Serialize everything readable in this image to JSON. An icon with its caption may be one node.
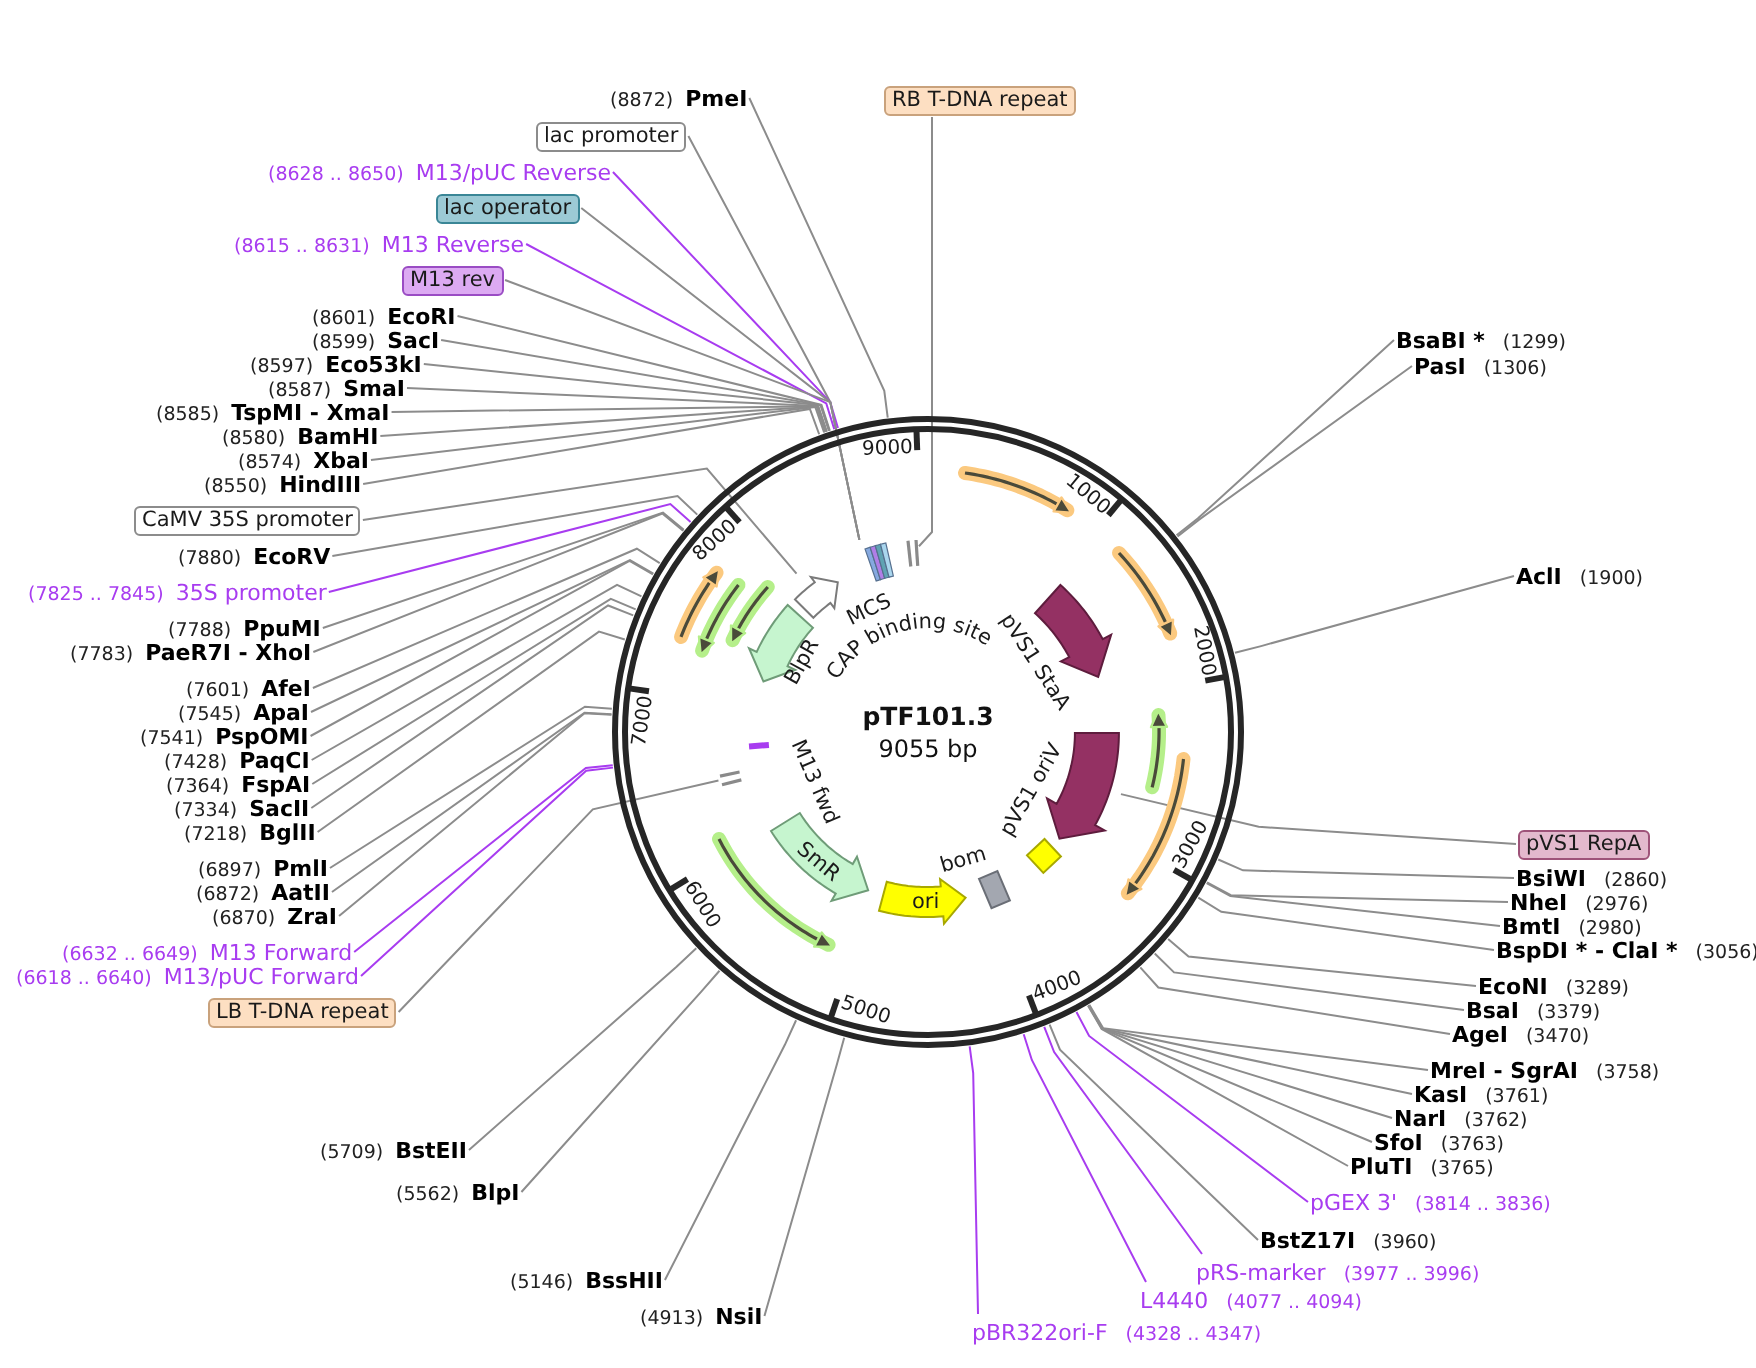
{
  "diagram": {
    "nodes": [
      {
        "text": [
          "pTF101.3",
          "9055 bp"
        ]
      },
      {
        "text": [
          "MCS"
        ],
        "in": 0
      },
      {
        "text": [],
        "shape": "arrow",
        "in": 0
      },
      {
        "text": [
          "BlpR"
        ],
        "in": 0
      },
      {
        "text": [],
        "shape": "bar",
        "in": 0
      },
      {
        "text": [
          "pVS1 StaA"
        ],
        "in": 0
      },
      {
        "text": [],
        "shape": "arrow",
        "in": 0
      },
      {
        "text": [
          "pVS1 oriV"
        ],
        "in": 0
      },
      {
        "text": [
          "bom"
        ],
        "in": 0
      },
      {
        "text": [
          "ori"
        ],
        "in": 0
      },
      {
        "text": [
          "SmR"
        ],
        "in": 0
      },
      {
        "text": [
          "M13 fwd"
        ],
        "in": 0
      },
      {
        "text": [],
        "shape": "bar",
        "in": 0
      },
      {
        "text": [],
        "shape": "arrow",
        "in": 0
      },
      {
        "text": [],
        "shape": "arrow",
        "in": 0
      },
      {
        "text": [],
        "shape": "arrow",
        "in": 0
      },
      {
        "text": [],
        "shape": "arrow",
        "in": 0
      },
      {
        "text": [],
        "shape": "arrow",
        "in": 0
      },
      {
        "text": [],
        "shape": "arrow",
        "in": 0
      },
      {
        "text": [],
        "shape": "arrow",
        "in": 0
      },
      {
        "text": [],
        "shape": "arrow",
        "in": 0
      },
      {
        "text": [
          "(8872)",
          "PmeI"
        ]
      },
      {
        "text": [
          "lac promoter"
        ]
      },
      {
        "text": [
          "(8628 .. 8650)",
          "M13/pUC Reverse"
        ]
      },
      {
        "text": [
          "lac operator"
        ]
      },
      {
        "text": [
          "(8615 .. 8631)",
          "M13 Reverse"
        ]
      },
      {
        "text": [
          "M13 rev"
        ]
      },
      {
        "text": [
          "(8601)",
          "EcoRI"
        ]
      },
      {
        "text": [
          "(8599)",
          "SacI"
        ]
      },
      {
        "text": [
          "(8597)",
          "Eco53kI"
        ]
      },
      {
        "text": [
          "(8587)",
          "SmaI"
        ]
      },
      {
        "text": [
          "(8585)",
          "TspMI - XmaI"
        ]
      },
      {
        "text": [
          "(8580)",
          "BamHI"
        ]
      },
      {
        "text": [
          "(8574)",
          "XbaI"
        ]
      },
      {
        "text": [
          "(8550)",
          "HindIII"
        ]
      },
      {
        "text": [
          "CaMV 35S promoter"
        ]
      },
      {
        "text": [
          "(7880)",
          "EcoRV"
        ]
      },
      {
        "text": [
          "(7825 .. 7845)",
          "35S promoter"
        ]
      },
      {
        "text": [
          "(7788)",
          "PpuMI"
        ]
      },
      {
        "text": [
          "(7783)",
          "PaeR7I - XhoI"
        ]
      },
      {
        "text": [
          "(7601)",
          "AfeI"
        ]
      },
      {
        "text": [
          "(7545)",
          "ApaI"
        ]
      },
      {
        "text": [
          "(7541)",
          "PspOMI"
        ]
      },
      {
        "text": [
          "(7428)",
          "PaqCI"
        ]
      },
      {
        "text": [
          "(7364)",
          "FspAI"
        ]
      },
      {
        "text": [
          "(7334)",
          "SacII"
        ]
      },
      {
        "text": [
          "(7218)",
          "BglII"
        ]
      },
      {
        "text": [
          "(6897)",
          "PmlI"
        ]
      },
      {
        "text": [
          "(6872)",
          "AatII"
        ]
      },
      {
        "text": [
          "(6870)",
          "ZraI"
        ]
      },
      {
        "text": [
          "(6632 .. 6649)",
          "M13 Forward"
        ]
      },
      {
        "text": [
          "(6618 .. 6640)",
          "M13/pUC Forward"
        ]
      },
      {
        "text": [
          "LB T-DNA repeat"
        ]
      },
      {
        "text": [
          "(5709)",
          "BstEII"
        ]
      },
      {
        "text": [
          "(5562)",
          "BlpI"
        ]
      },
      {
        "text": [
          "(5146)",
          "BssHII"
        ]
      },
      {
        "text": [
          "(4913)",
          "NsiI"
        ]
      },
      {
        "text": [
          "RB T-DNA repeat"
        ]
      },
      {
        "text": [
          "BsaBI *",
          "(1299)"
        ]
      },
      {
        "text": [
          "PasI",
          "(1306)"
        ]
      },
      {
        "text": [
          "AclI",
          "(1900)"
        ]
      },
      {
        "text": [
          "pVS1 RepA"
        ]
      },
      {
        "text": [
          "BsiWI",
          "(2860)"
        ]
      },
      {
        "text": [
          "NheI",
          "(2976)"
        ]
      },
      {
        "text": [
          "BmtI",
          "(2980)"
        ]
      },
      {
        "text": [
          "BspDI * - ClaI *",
          "(3056)"
        ]
      },
      {
        "text": [
          "EcoNI",
          "(3289)"
        ]
      },
      {
        "text": [
          "BsaI",
          "(3379)"
        ]
      },
      {
        "text": [
          "AgeI",
          "(3470)"
        ]
      },
      {
        "text": [
          "MreI - SgrAI",
          "(3758)"
        ]
      },
      {
        "text": [
          "KasI",
          "(3761)"
        ]
      },
      {
        "text": [
          "NarI",
          "(3762)"
        ]
      },
      {
        "text": [
          "SfoI",
          "(3763)"
        ]
      },
      {
        "text": [
          "PluTI",
          "(3765)"
        ]
      },
      {
        "text": [
          "pGEX 3'",
          "(3814 .. 3836)"
        ]
      },
      {
        "text": [
          "BstZ17I",
          "(3960)"
        ]
      },
      {
        "text": [
          "pRS-marker",
          "(3977 .. 3996)"
        ]
      },
      {
        "text": [
          "L4440",
          "(4077 .. 4094)"
        ]
      },
      {
        "text": [
          "pBR322ori-F",
          "(4328 .. 4347)"
        ]
      }
    ],
    "edges": [
      {
        "from": 21,
        "to": 0,
        "arrow": "none"
      },
      {
        "from": 22,
        "to": 1,
        "arrow": "none"
      },
      {
        "from": 23,
        "to": 0,
        "arrow": "none",
        "color": "#a83cf0"
      },
      {
        "from": 24,
        "to": 1,
        "arrow": "none"
      },
      {
        "from": 25,
        "to": 0,
        "arrow": "none",
        "color": "#a83cf0"
      },
      {
        "from": 26,
        "to": 1,
        "arrow": "none"
      },
      {
        "from": 27,
        "to": 0,
        "arrow": "none"
      },
      {
        "from": 28,
        "to": 0,
        "arrow": "none"
      },
      {
        "from": 29,
        "to": 0,
        "arrow": "none"
      },
      {
        "from": 30,
        "to": 0,
        "arrow": "none"
      },
      {
        "from": 31,
        "to": 0,
        "arrow": "none"
      },
      {
        "from": 32,
        "to": 0,
        "arrow": "none"
      },
      {
        "from": 33,
        "to": 0,
        "arrow": "none"
      },
      {
        "from": 34,
        "to": 0,
        "arrow": "none"
      },
      {
        "from": 35,
        "to": 2,
        "arrow": "none"
      },
      {
        "from": 36,
        "to": 0,
        "arrow": "none"
      },
      {
        "from": 37,
        "to": 0,
        "arrow": "none",
        "color": "#a83cf0"
      },
      {
        "from": 38,
        "to": 0,
        "arrow": "none"
      },
      {
        "from": 39,
        "to": 0,
        "arrow": "none"
      },
      {
        "from": 40,
        "to": 0,
        "arrow": "none"
      },
      {
        "from": 41,
        "to": 0,
        "arrow": "none"
      },
      {
        "from": 42,
        "to": 0,
        "arrow": "none"
      },
      {
        "from": 43,
        "to": 0,
        "arrow": "none"
      },
      {
        "from": 44,
        "to": 0,
        "arrow": "none"
      },
      {
        "from": 45,
        "to": 0,
        "arrow": "none"
      },
      {
        "from": 46,
        "to": 0,
        "arrow": "none"
      },
      {
        "from": 47,
        "to": 0,
        "arrow": "none"
      },
      {
        "from": 48,
        "to": 0,
        "arrow": "none"
      },
      {
        "from": 49,
        "to": 0,
        "arrow": "none"
      },
      {
        "from": 50,
        "to": 0,
        "arrow": "none",
        "color": "#a83cf0"
      },
      {
        "from": 51,
        "to": 0,
        "arrow": "none",
        "color": "#a83cf0"
      },
      {
        "from": 52,
        "to": 12,
        "arrow": "none"
      },
      {
        "from": 53,
        "to": 0,
        "arrow": "none"
      },
      {
        "from": 54,
        "to": 0,
        "arrow": "none"
      },
      {
        "from": 55,
        "to": 0,
        "arrow": "none"
      },
      {
        "from": 56,
        "to": 0,
        "arrow": "none"
      },
      {
        "from": 57,
        "to": 4,
        "arrow": "none"
      },
      {
        "from": 58,
        "to": 0,
        "arrow": "none"
      },
      {
        "from": 59,
        "to": 0,
        "arrow": "none"
      },
      {
        "from": 60,
        "to": 0,
        "arrow": "none"
      },
      {
        "from": 61,
        "to": 6,
        "arrow": "none"
      },
      {
        "from": 62,
        "to": 0,
        "arrow": "none"
      },
      {
        "from": 63,
        "to": 0,
        "arrow": "none"
      },
      {
        "from": 64,
        "to": 0,
        "arrow": "none"
      },
      {
        "from": 65,
        "to": 0,
        "arrow": "none"
      },
      {
        "from": 66,
        "to": 0,
        "arrow": "none"
      },
      {
        "from": 67,
        "to": 0,
        "arrow": "none"
      },
      {
        "from": 68,
        "to": 0,
        "arrow": "none"
      },
      {
        "from": 69,
        "to": 0,
        "arrow": "none"
      },
      {
        "from": 70,
        "to": 0,
        "arrow": "none"
      },
      {
        "from": 71,
        "to": 0,
        "arrow": "none"
      },
      {
        "from": 72,
        "to": 0,
        "arrow": "none"
      },
      {
        "from": 73,
        "to": 0,
        "arrow": "none"
      },
      {
        "from": 74,
        "to": 0,
        "arrow": "none",
        "color": "#a83cf0"
      },
      {
        "from": 75,
        "to": 0,
        "arrow": "none"
      },
      {
        "from": 76,
        "to": 0,
        "arrow": "none",
        "color": "#a83cf0"
      },
      {
        "from": 77,
        "to": 0,
        "arrow": "none",
        "color": "#a83cf0"
      },
      {
        "from": 78,
        "to": 0,
        "arrow": "none",
        "color": "#a83cf0"
      }
    ],
    "labels": [
      "1000",
      "2000",
      "3000",
      "4000",
      "5000",
      "6000",
      "7000",
      "8000",
      "9000",
      "CAP binding site"
    ]
  }
}
